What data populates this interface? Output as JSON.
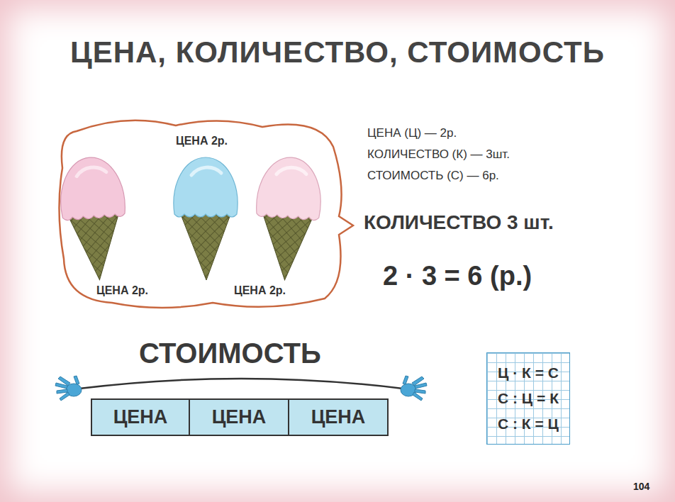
{
  "diagram": {
    "title": "ЦЕНА, КОЛИЧЕСТВО, СТОИМОСТЬ",
    "nodes": [
      {
        "text": [
          "ЦЕНА 2р.",
          "ЦЕНА 2р.",
          "ЦЕНА 2р."
        ]
      },
      {
        "text": [
          "ЦЕНА"
        ]
      },
      {
        "text": [
          "ЦЕНА"
        ]
      },
      {
        "text": [
          "ЦЕНА"
        ]
      },
      {
        "text": [
          "Ц · К = С",
          "С : Ц = К",
          "С : К = Ц"
        ]
      }
    ],
    "labels": [
      "ЦЕНА (Ц) — 2р.",
      "КОЛИЧЕСТВО (К) — 3шт.",
      "СТОИМОСТЬ (С) — 6р.",
      "КОЛИЧЕСТВО 3 шт.",
      "2 · 3 = 6 (р.)",
      "СТОИМОСТЬ",
      "104"
    ]
  }
}
